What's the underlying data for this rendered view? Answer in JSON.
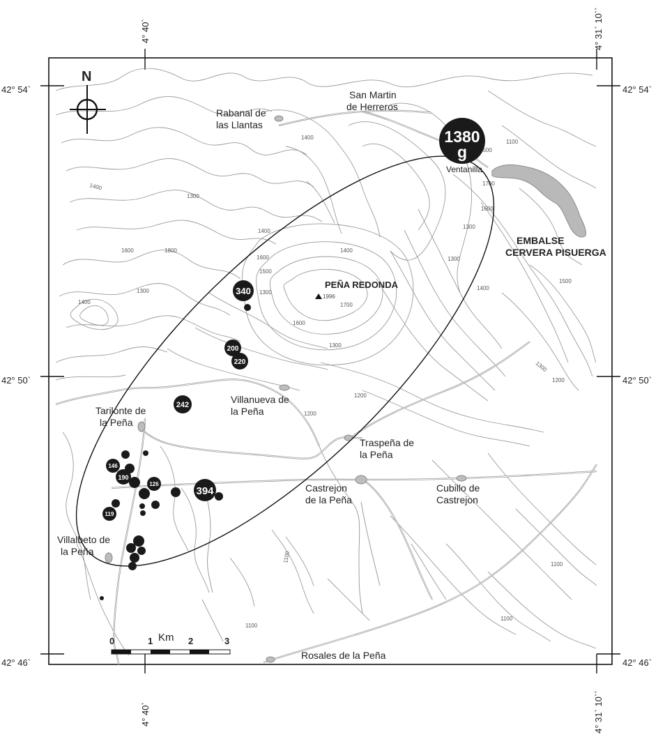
{
  "coords": {
    "top_left_lon": "4° 40`",
    "top_right_lon": "4° 31` 10``",
    "bottom_left_lon": "4° 40`",
    "bottom_right_lon": "4° 31` 10``",
    "left_top_lat": "42° 54`",
    "right_top_lat": "42° 54`",
    "left_mid_lat": "42° 50`",
    "right_mid_lat": "42° 50`",
    "left_bottom_lat": "42° 46`",
    "right_bottom_lat": "42° 46`"
  },
  "north_label": "N",
  "places": {
    "san_martin_1": "San Martin",
    "san_martin_2": "de Herreros",
    "rabanal_1": "Rabanal de",
    "rabanal_2": "las Llantas",
    "ventanilla": "Ventanilla",
    "embalse_1": "EMBALSE",
    "embalse_2": "CERVERA PISUERGA",
    "pena_redonda": "PEÑA REDONDA",
    "pena_redonda_elev": "1996",
    "villanueva_1": "Villanueva de",
    "villanueva_2": "la Peña",
    "tarilonte_1": "Tarilonte de",
    "tarilonte_2": "la Peña",
    "traspena_1": "Traspeña de",
    "traspena_2": "la Peña",
    "castrejon_1": "Castrejon",
    "castrejon_2": "de la Peña",
    "cubillo_1": "Cubillo de",
    "cubillo_2": "Castrejon",
    "villalbeto_1": "Villalbeto de",
    "villalbeto_2": "la Peña",
    "rosales": "Rosales de la Peña"
  },
  "contour_labels": [
    "1400",
    "1400",
    "1300",
    "1400",
    "1600",
    "1800",
    "1500",
    "1600",
    "1700",
    "1600",
    "1300",
    "1400",
    "1300",
    "1300",
    "1200",
    "1100",
    "1200",
    "1100",
    "1100",
    "1100",
    "1200",
    "1300",
    "1100",
    "1300",
    "1400",
    "1700",
    "1600",
    "1300",
    "1500",
    "1400",
    "1500"
  ],
  "specimens": {
    "big_mass": "1380",
    "big_unit": "g",
    "m340": "340",
    "m200": "200",
    "m220": "220",
    "m242": "242",
    "m394": "394",
    "m146": "146",
    "m190": "190",
    "m126": "126",
    "m119": "119"
  },
  "scale": {
    "ticks": [
      "0",
      "1",
      "2",
      "3"
    ],
    "unit": "Km"
  }
}
